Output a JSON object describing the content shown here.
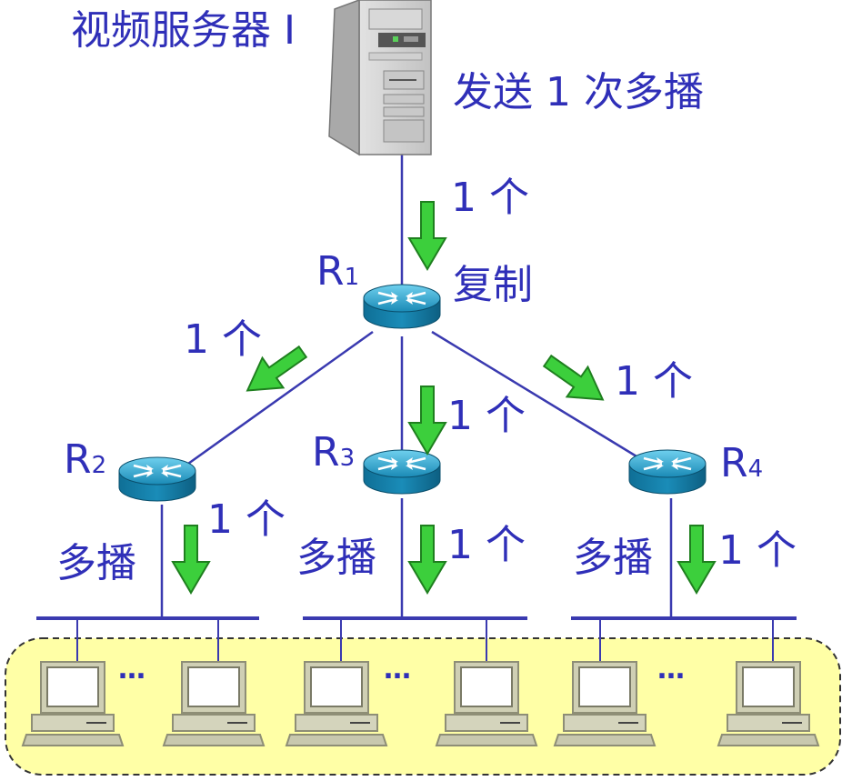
{
  "server": {
    "label": "视频服务器 I",
    "icon": "server-tower-icon"
  },
  "send_text": "发送 1 次多播",
  "copy_text": "复制",
  "routers": [
    {
      "letter": "R",
      "sub": "1"
    },
    {
      "letter": "R",
      "sub": "2"
    },
    {
      "letter": "R",
      "sub": "3"
    },
    {
      "letter": "R",
      "sub": "4"
    }
  ],
  "flows": {
    "server_to_r1": "1 个",
    "r1_to_r2": "1 个",
    "r1_to_r3": "1 个",
    "r1_to_r4": "1 个",
    "r2_lan": "1 个",
    "r3_lan": "1 个",
    "r4_lan": "1 个"
  },
  "multicast_label": "多播",
  "ellipsis": "…",
  "colors": {
    "text": "#2f2fb8",
    "link": "#3a3ab0",
    "arrow": "#33cc33",
    "router": "#1f8fb8",
    "group_fill": "#ffffa6"
  }
}
